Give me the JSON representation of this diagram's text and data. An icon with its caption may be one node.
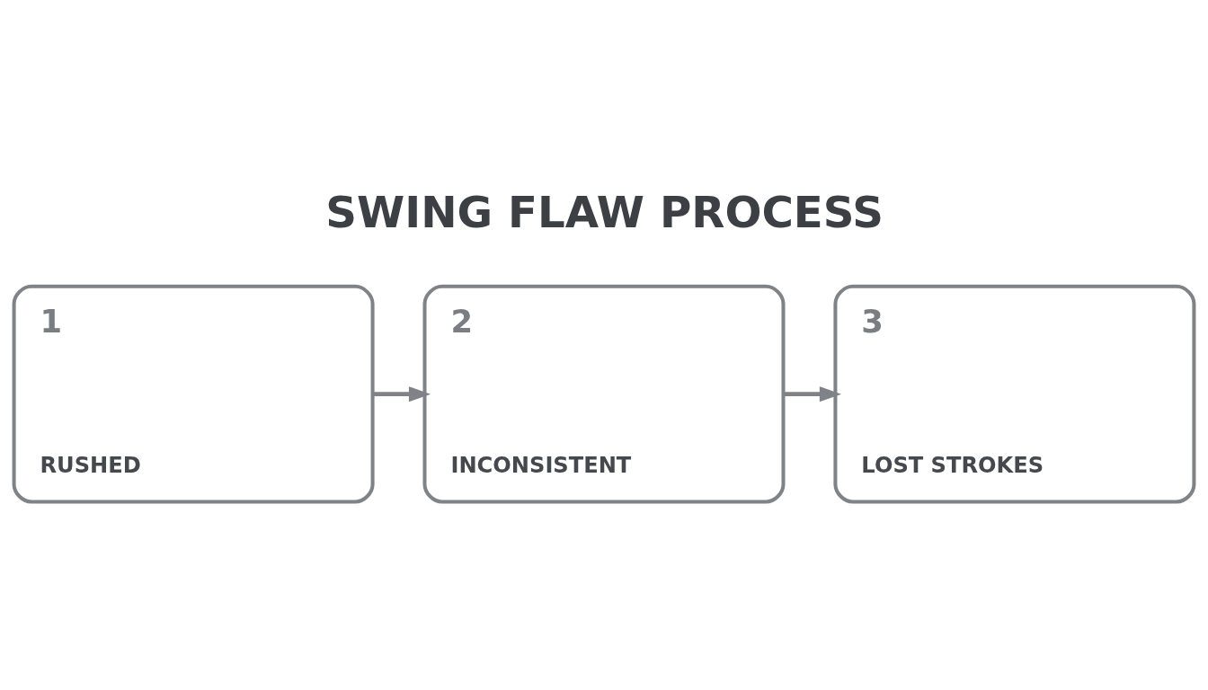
{
  "diagram": {
    "title": "SWING FLAW PROCESS",
    "nodes": [
      {
        "text": [
          "1",
          "RUSHED"
        ]
      },
      {
        "text": [
          "2",
          "INCONSISTENT"
        ]
      },
      {
        "text": [
          "3",
          "LOST STROKES"
        ]
      }
    ],
    "edges": [
      {
        "from": 0,
        "to": 1,
        "arrow": "to"
      },
      {
        "from": 1,
        "to": 2,
        "arrow": "to"
      }
    ]
  }
}
